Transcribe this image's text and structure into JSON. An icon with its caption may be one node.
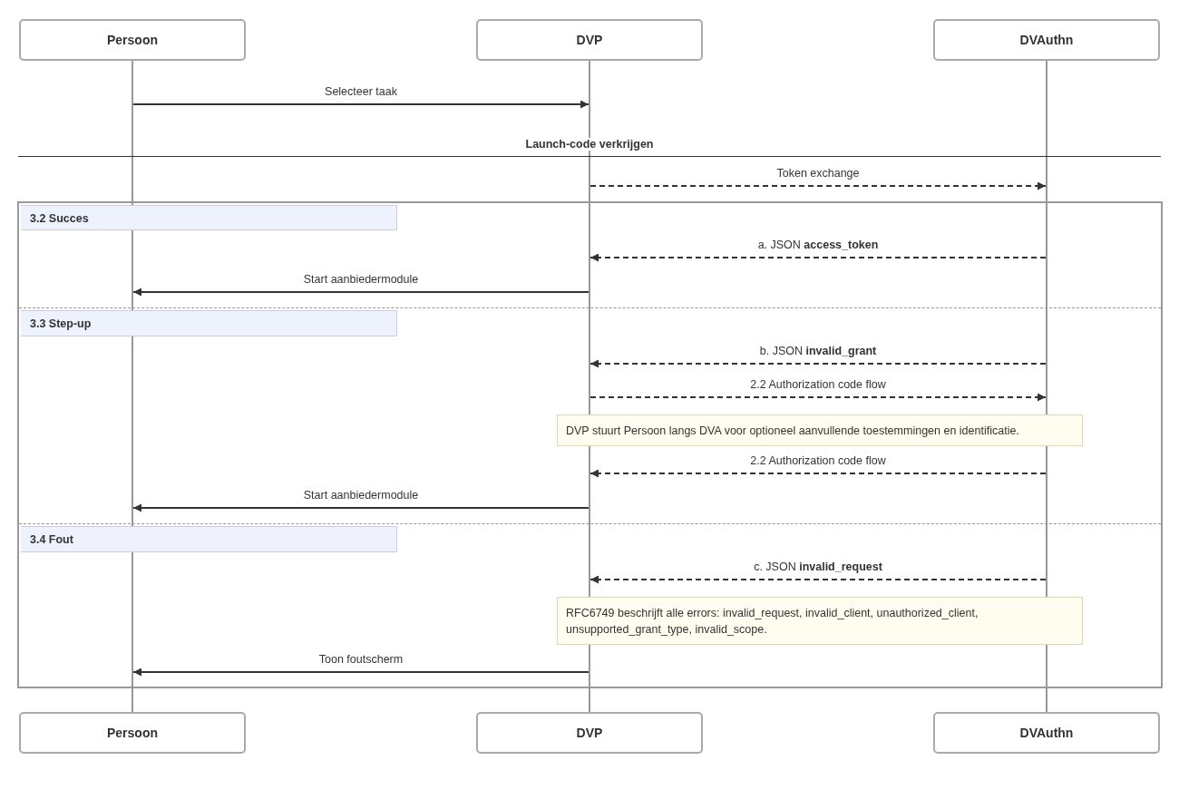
{
  "diagram": {
    "nodes": [
      {
        "text": [
          "Persoon"
        ]
      },
      {
        "text": [
          "DVP"
        ]
      },
      {
        "text": [
          "DVAuthn"
        ]
      },
      {
        "text": [],
        "shape": "bar"
      },
      {
        "text": [],
        "shape": "bar"
      },
      {
        "text": [],
        "shape": "bar"
      },
      {
        "text": [],
        "shape": "box"
      },
      {
        "text": [
          "3.2 Succes"
        ],
        "in": 6
      },
      {
        "text": [
          "3.3 Step-up"
        ],
        "in": 6
      },
      {
        "text": [
          "DVP stuurt Persoon langs DVA voor optioneel aanvullende toestemmingen en identificatie."
        ],
        "in": 6
      },
      {
        "text": [
          "3.4 Fout"
        ],
        "in": 6
      },
      {
        "text": [
          "RFC6749 beschrijft alle errors: invalid_request, invalid_client, unauthorized_client, unsupported_grant_type, invalid_scope."
        ],
        "in": 6
      },
      {
        "text": [
          "Persoon"
        ]
      },
      {
        "text": [
          "DVP"
        ]
      },
      {
        "text": [
          "DVAuthn"
        ]
      }
    ],
    "edges": [
      {
        "from": 3,
        "to": 4,
        "arrow": "to",
        "label": "Selecteer taak"
      },
      {
        "from": 4,
        "to": 5,
        "arrow": "to",
        "label": "Token exchange",
        "style": "dashed"
      },
      {
        "from": 5,
        "to": 4,
        "arrow": "to",
        "label": "a. JSON **access_token**",
        "style": "dashed"
      },
      {
        "from": 4,
        "to": 3,
        "arrow": "to",
        "label": "Start aanbiedermodule"
      },
      {
        "from": 5,
        "to": 4,
        "arrow": "to",
        "label": "b. JSON **invalid_grant**",
        "style": "dashed"
      },
      {
        "from": 4,
        "to": 5,
        "arrow": "to",
        "label": "2.2 Authorization code flow",
        "style": "dashed"
      },
      {
        "from": 5,
        "to": 4,
        "arrow": "to",
        "label": "2.2 Authorization code flow",
        "style": "dashed"
      },
      {
        "from": 4,
        "to": 3,
        "arrow": "to",
        "label": "Start aanbiedermodule"
      },
      {
        "from": 5,
        "to": 4,
        "arrow": "to",
        "label": "c. JSON **invalid_request**",
        "style": "dashed"
      },
      {
        "from": 4,
        "to": 3,
        "arrow": "to",
        "label": "Toon foutscherm"
      }
    ],
    "labels": [
      "Launch-code verkrijgen"
    ]
  }
}
